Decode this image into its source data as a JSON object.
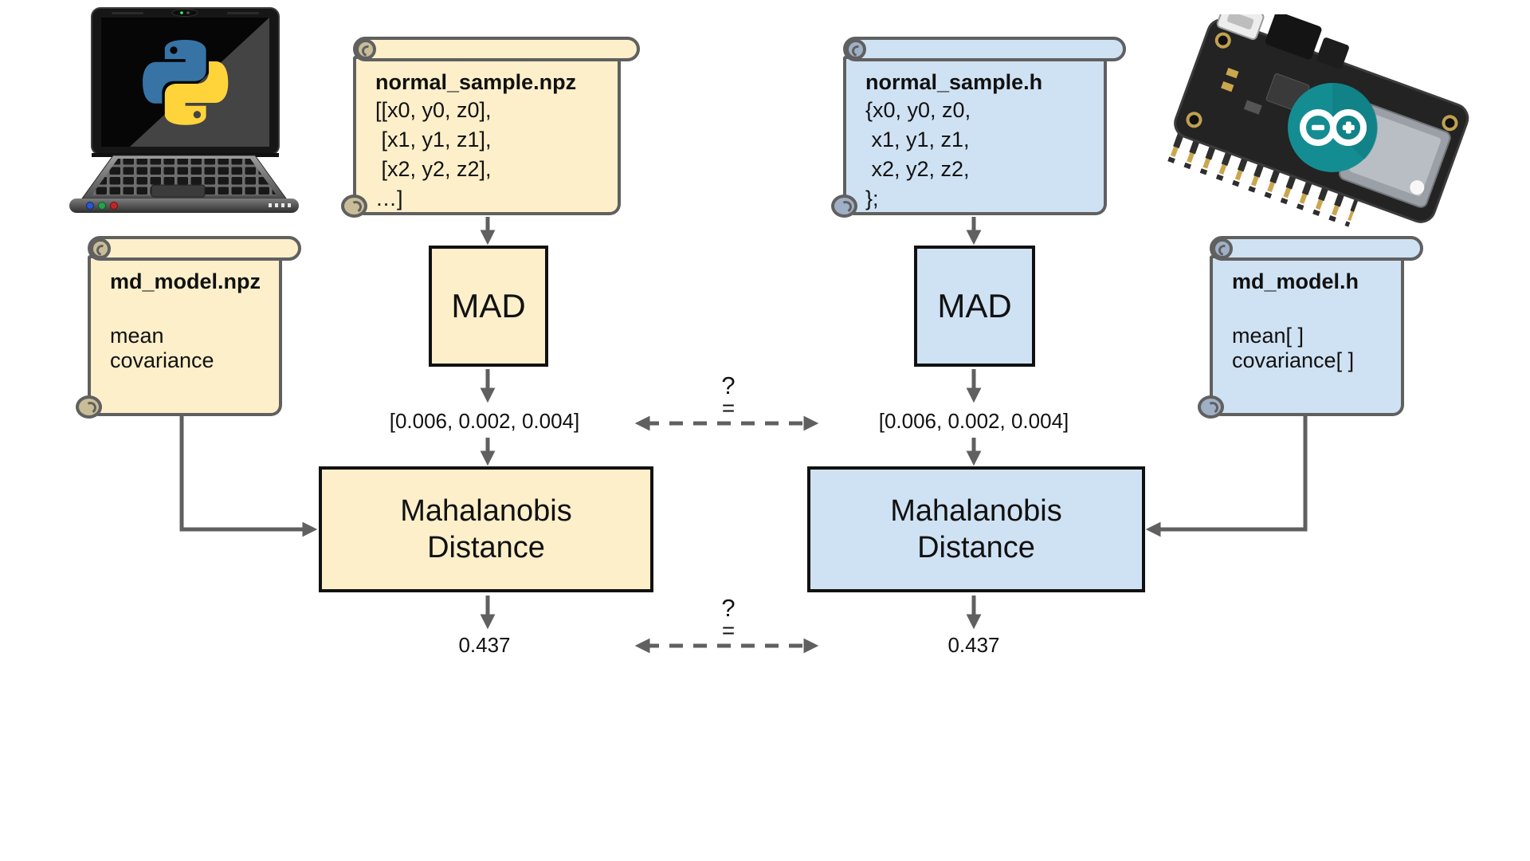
{
  "colors": {
    "python_fill": "#fcefca",
    "arduino_fill": "#cfe2f3",
    "outline_gray": "#606060",
    "box_border": "#111111",
    "arrow_gray": "#606060",
    "python_logo_blue": "#3873a5",
    "python_logo_yellow": "#ffd43b",
    "arduino_teal": "#148d92"
  },
  "python_branch": {
    "sample_scroll": {
      "title": "normal_sample.npz",
      "lines": [
        "[[x0, y0, z0],",
        " [x1, y1, z1],",
        " [x2, y2, z2],",
        "…]"
      ]
    },
    "model_scroll": {
      "title": "md_model.npz",
      "lines": [
        "mean",
        "covariance"
      ]
    },
    "mad_box": "MAD",
    "mad_output": "[0.006, 0.002, 0.004]",
    "distance_box": "Mahalanobis\nDistance",
    "distance_output": "0.437"
  },
  "arduino_branch": {
    "sample_scroll": {
      "title": "normal_sample.h",
      "lines": [
        "{x0, y0, z0,",
        " x1, y1, z1,",
        " x2, y2, z2,",
        "};"
      ]
    },
    "model_scroll": {
      "title": "md_model.h",
      "lines": [
        "mean[ ]",
        "covariance[ ]"
      ]
    },
    "mad_box": "MAD",
    "mad_output": "[0.006, 0.002, 0.004]",
    "distance_box": "Mahalanobis\nDistance",
    "distance_output": "0.437"
  },
  "equality_check": {
    "question": "?",
    "equals": "="
  },
  "icons": {
    "python_laptop": "python-laptop",
    "arduino_board": "arduino-feather-board"
  }
}
